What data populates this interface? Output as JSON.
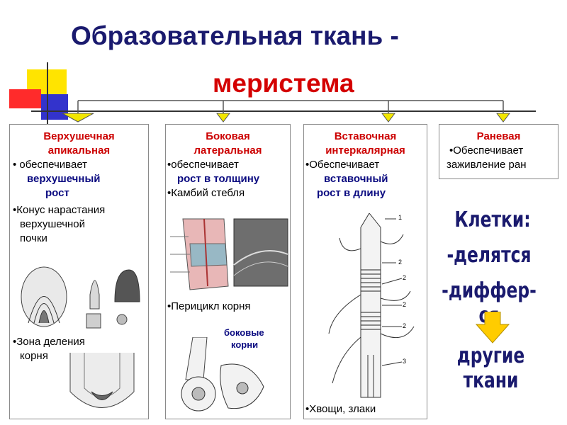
{
  "title": {
    "line1": "Образовательная ткань -",
    "line2": "меристема"
  },
  "columns": [
    {
      "head1": "Верхушечная",
      "head2": "апикальная",
      "items": [
        {
          "text": "• обеспечивает"
        },
        {
          "blue": "верхушечный"
        },
        {
          "blue": "рост"
        },
        {
          "text": "•Конус нарастания"
        },
        {
          "text": "верхушечной"
        },
        {
          "text": "почки"
        },
        {
          "text": "•Зона деления"
        },
        {
          "text": "корня"
        }
      ]
    },
    {
      "head1": "Боковая",
      "head2": "латеральная",
      "items": [
        {
          "text": "•обеспечивает"
        },
        {
          "blue": "рост в толщину"
        },
        {
          "text": "•Камбий стебля"
        },
        {
          "text": "•Перицикл корня"
        },
        {
          "blue": "боковые"
        },
        {
          "blue": "корни"
        }
      ]
    },
    {
      "head1": "Вставочная",
      "head2": "интеркалярная",
      "items": [
        {
          "text": "•Обеспечивает"
        },
        {
          "blue": "вставочный"
        },
        {
          "blue": "рост в длину"
        },
        {
          "text": "•Хвощи, злаки"
        }
      ],
      "labels": [
        "1",
        "2",
        "2",
        "2",
        "2",
        "3"
      ]
    },
    {
      "head1": "Раневая",
      "items": [
        {
          "text": "•Обеспечивает"
        },
        {
          "text": "заживление ран"
        }
      ]
    }
  ],
  "cells": {
    "title": "Клетки:",
    "line1": "-делятся",
    "line2": "-диффер-ся",
    "result": "другие ткани"
  }
}
